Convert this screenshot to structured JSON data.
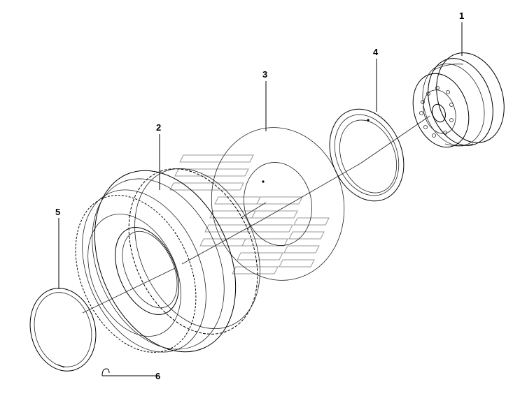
{
  "callouts": [
    {
      "id": "1",
      "text": "1"
    },
    {
      "id": "2",
      "text": "2"
    },
    {
      "id": "3",
      "text": "3"
    },
    {
      "id": "4",
      "text": "4"
    },
    {
      "id": "5",
      "text": "5"
    },
    {
      "id": "6",
      "text": "6"
    }
  ],
  "colors": {
    "line": "#000000",
    "watermark": "#9a9a9a",
    "background": "#ffffff"
  }
}
